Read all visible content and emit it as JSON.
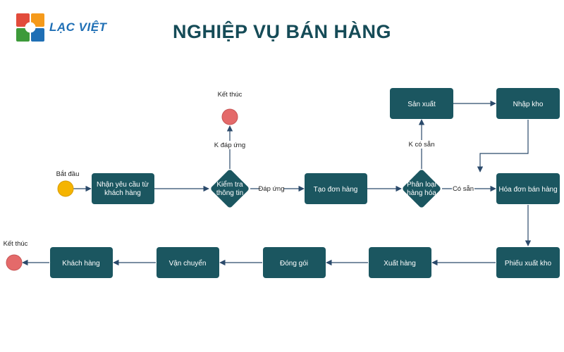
{
  "header": {
    "brand_name": "LẠC VIỆT",
    "title": "NGHIỆP VỤ BÁN HÀNG"
  },
  "colors": {
    "node_fill": "#1b5660",
    "edge": "#2b4a6b",
    "start_fill": "#f5b400",
    "end_fill": "#e46a6a",
    "title": "#154b57",
    "brand": "#1f6fb5"
  },
  "diagram": {
    "start_label": "Bắt đầu",
    "end_top_label": "Kết thúc",
    "end_bottom_label": "Kết thúc",
    "nodes": {
      "receive_request": [
        "Nhận yêu cầu từ",
        "khách hàng"
      ],
      "check_info": [
        "Kiểm tra",
        "thông tin"
      ],
      "create_order": [
        "Tạo đơn hàng"
      ],
      "classify_goods": [
        "Phân loại",
        "hàng hóa"
      ],
      "produce": [
        "Sản xuất"
      ],
      "import_stock": [
        "Nhập kho"
      ],
      "sales_invoice": [
        "Hóa đơn bán hàng"
      ],
      "export_slip": [
        "Phiếu xuất kho"
      ],
      "export_goods": [
        "Xuất hàng"
      ],
      "packing": [
        "Đóng gói"
      ],
      "shipping": [
        "Vận chuyển"
      ],
      "customer": [
        "Khách hàng"
      ]
    },
    "edge_labels": {
      "not_met": "K đáp ứng",
      "met": "Đáp ứng",
      "not_available": "K có sẵn",
      "available": "Có sẵn"
    }
  }
}
